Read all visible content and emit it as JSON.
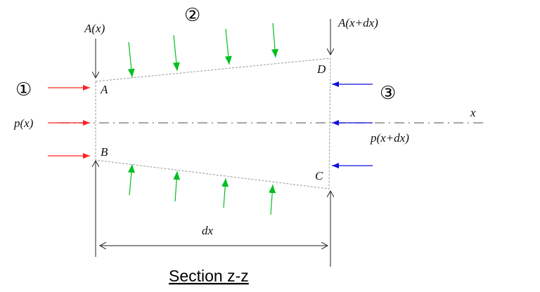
{
  "labels": {
    "A_x": "A(x)",
    "A_xdx": "A(x+dx)",
    "p_x": "p(x)",
    "p_xdx": "p(x+dx)",
    "x_axis": "x",
    "dx": "dx",
    "corner_A": "A",
    "corner_B": "B",
    "corner_C": "C",
    "corner_D": "D",
    "marker_1": "①",
    "marker_2": "②",
    "marker_3": "③"
  },
  "title": "Section z-z",
  "colors": {
    "inlet": "#ff2020",
    "surface": "#00c020",
    "outlet": "#1010e0",
    "line": "#000000"
  }
}
